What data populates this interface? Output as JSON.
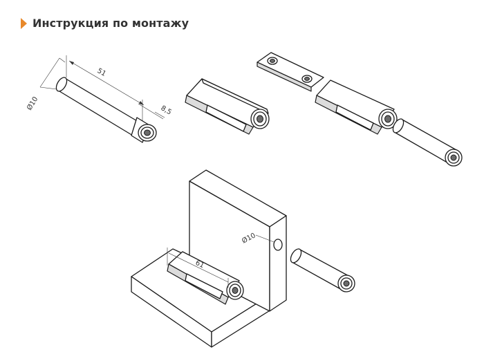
{
  "header": {
    "title": "Инструкция по монтажу",
    "marker_color": "#e8892b"
  },
  "figures": {
    "pin_dimensions": {
      "diameter": "Ø10",
      "length": "51",
      "collar": "8,5"
    },
    "assembly_dimensions": {
      "hole_diameter": "Ø10",
      "length": "61"
    }
  }
}
